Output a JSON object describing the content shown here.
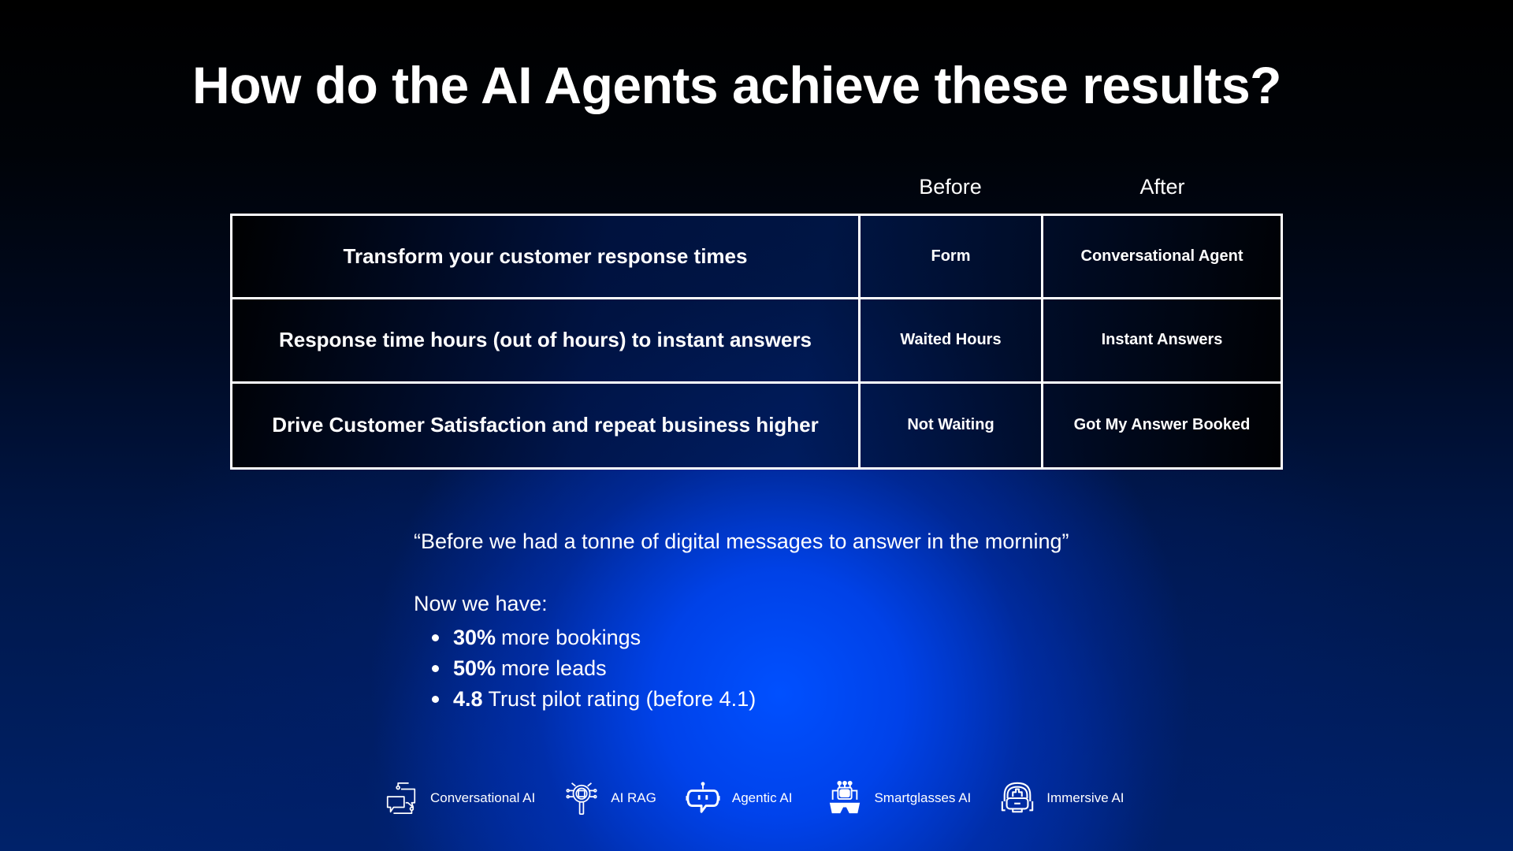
{
  "title": "How do the AI Agents achieve these results?",
  "table": {
    "headers": {
      "before": "Before",
      "after": "After"
    },
    "rows": [
      {
        "label": "Transform your customer response times",
        "before": "Form",
        "after": "Conversational Agent"
      },
      {
        "label": "Response time hours (out of hours) to instant answers",
        "before": "Waited Hours",
        "after": "Instant Answers"
      },
      {
        "label": "Drive Customer Satisfaction and repeat business higher",
        "before": "Not Waiting",
        "after": "Got My Answer Booked"
      }
    ]
  },
  "testimonial": {
    "quote": "“Before we had a tonne of digital messages to answer in the morning”",
    "intro": "Now we have:",
    "results": [
      {
        "value": "30%",
        "text": "more bookings"
      },
      {
        "value": "50%",
        "text": "more leads"
      },
      {
        "value": "4.8",
        "text": "Trust pilot rating (before 4.1)"
      }
    ]
  },
  "services": [
    {
      "icon": "chat-bubbles-icon",
      "label": "Conversational AI"
    },
    {
      "icon": "magnifier-chip-icon",
      "label": "AI RAG"
    },
    {
      "icon": "robot-chat-icon",
      "label": "Agentic AI"
    },
    {
      "icon": "smartglasses-chip-icon",
      "label": "Smartglasses AI"
    },
    {
      "icon": "vr-headset-icon",
      "label": "Immersive AI"
    }
  ],
  "colors": {
    "text": "#ffffff",
    "accent_blue": "#0048ff",
    "background_top": "#000000"
  }
}
